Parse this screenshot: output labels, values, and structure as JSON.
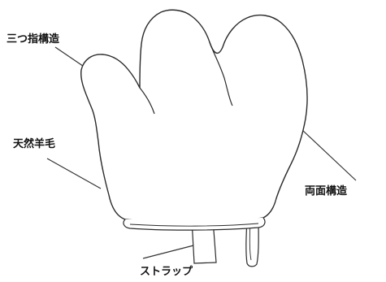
{
  "labels": {
    "three_finger": "三つ指構造",
    "natural_wool": "天然羊毛",
    "double_sided": "両面構造",
    "strap": "ストラップ"
  },
  "colors": {
    "outline": "#2a2a2a",
    "label_text": "#111111",
    "leader_line": "#333333",
    "fill": "#ffffff"
  }
}
